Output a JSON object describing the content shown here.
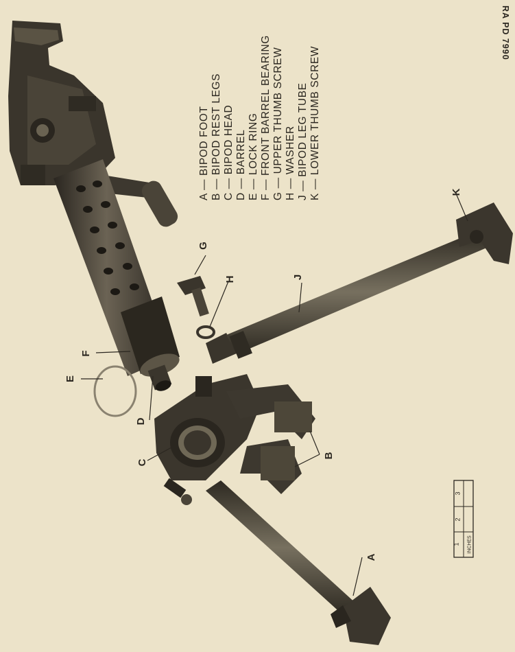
{
  "figure": {
    "reference": "RA PD 7990",
    "legend": [
      "A — BIPOD FOOT",
      "B — BIPOD REST LEGS",
      "C — BIPOD HEAD",
      "D — BARREL",
      "E — LOCK RING",
      "F — FRONT BARREL BEARING",
      "G — UPPER THUMB SCREW",
      "H — WASHER",
      "J — BIPOD LEG TUBE",
      "K — LOWER THUMB SCREW"
    ],
    "callouts": [
      "A",
      "B",
      "C",
      "D",
      "E",
      "F",
      "G",
      "H",
      "J",
      "K"
    ],
    "scale": {
      "unit": "INCHES",
      "marks": [
        "1",
        "2",
        "3"
      ]
    }
  }
}
